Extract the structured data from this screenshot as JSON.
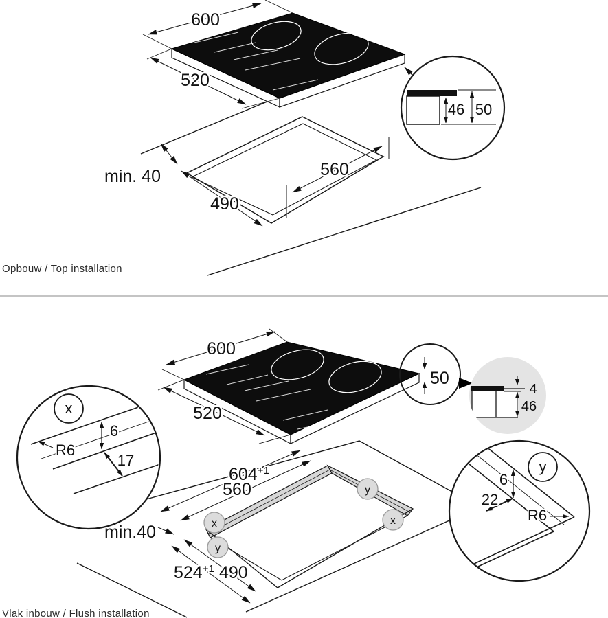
{
  "colors": {
    "line": "#1a1a1a",
    "band_gray": "#d7d7d7",
    "detail_circle_gray": "#e4e4e4",
    "marker_fill": "#dcdcdc",
    "marker_stroke": "#9b9b9b",
    "divider": "#888888"
  },
  "top_installation": {
    "caption": "Opbouw / Top installation",
    "hob": {
      "width": "600",
      "depth": "520"
    },
    "cutout": {
      "width": "560",
      "depth": "490",
      "rear_clearance": "min. 40"
    },
    "edge_detail": {
      "recess_depth": "46",
      "overall_height": "50"
    }
  },
  "flush_installation": {
    "caption": "Vlak inbouw / Flush installation",
    "hob": {
      "width": "600",
      "depth": "520",
      "edge_height": "50"
    },
    "edge_detail": {
      "glass_thickness": "4",
      "recess_depth": "46"
    },
    "cutout": {
      "outer_width": "604",
      "outer_width_tolerance": "+1",
      "inner_width": "560",
      "outer_depth": "524",
      "outer_depth_tolerance": "+1",
      "inner_depth": "490",
      "rear_clearance": "min.40",
      "markers": {
        "left_top": "x",
        "left_bottom": "y",
        "right_top": "y",
        "right_bottom": "x"
      }
    },
    "profile_x": {
      "label": "x",
      "corner_radius": "R6",
      "step_height": "6",
      "step_width": "17"
    },
    "profile_y": {
      "label": "y",
      "step_height": "6",
      "step_width": "22",
      "corner_radius": "R6"
    }
  }
}
